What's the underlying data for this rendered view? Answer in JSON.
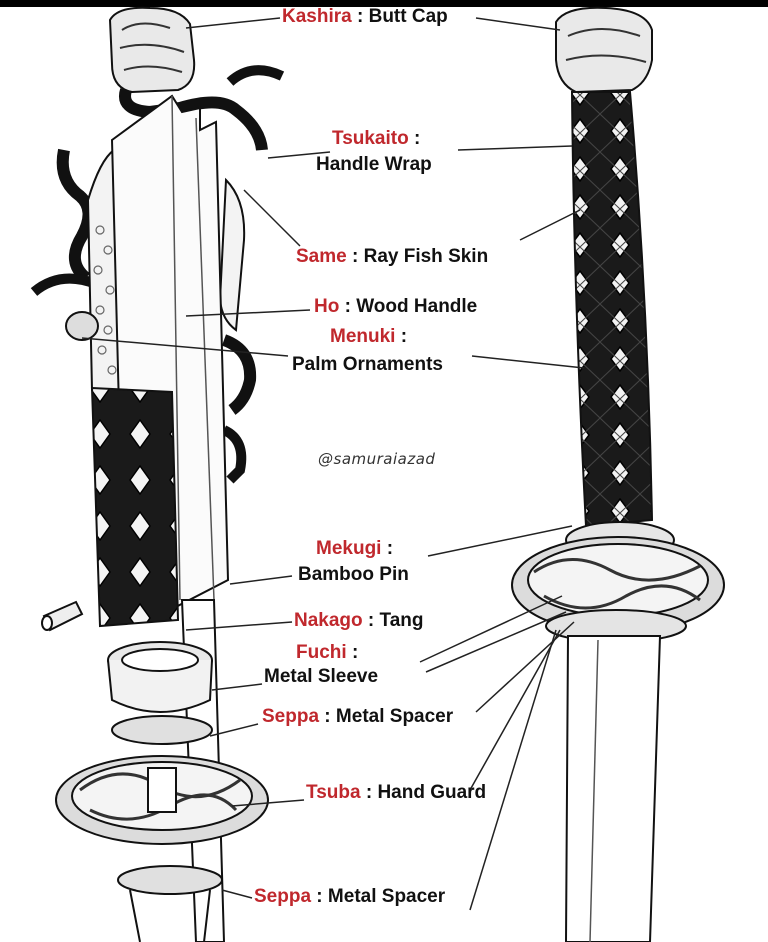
{
  "labels": {
    "kashira": {
      "term": "Kashira",
      "sep": " : ",
      "meaning": "Butt Cap"
    },
    "tsukaito": {
      "term": "Tsukaito",
      "sep": " :",
      "meaning": "Handle Wrap"
    },
    "same": {
      "term": "Same",
      "sep": " : ",
      "meaning": "Ray Fish Skin"
    },
    "ho": {
      "term": "Ho",
      "sep": " : ",
      "meaning": "Wood Handle"
    },
    "menuki": {
      "term": "Menuki",
      "sep": " :",
      "meaning": "Palm Ornaments"
    },
    "mekugi": {
      "term": "Mekugi",
      "sep": " :",
      "meaning": "Bamboo Pin"
    },
    "nakago": {
      "term": "Nakago",
      "sep": " : ",
      "meaning": "Tang"
    },
    "fuchi": {
      "term": "Fuchi",
      "sep": " :",
      "meaning": "Metal Sleeve"
    },
    "seppa1": {
      "term": "Seppa",
      "sep": " : ",
      "meaning": "Metal Spacer"
    },
    "tsuba": {
      "term": "Tsuba",
      "sep": " : ",
      "meaning": "Hand Guard"
    },
    "seppa2": {
      "term": "Seppa",
      "sep": " : ",
      "meaning": "Metal Spacer"
    }
  },
  "watermark": "@samuraiazad",
  "colors": {
    "term": "#c0282d",
    "text": "#111111",
    "line": "#222222"
  }
}
